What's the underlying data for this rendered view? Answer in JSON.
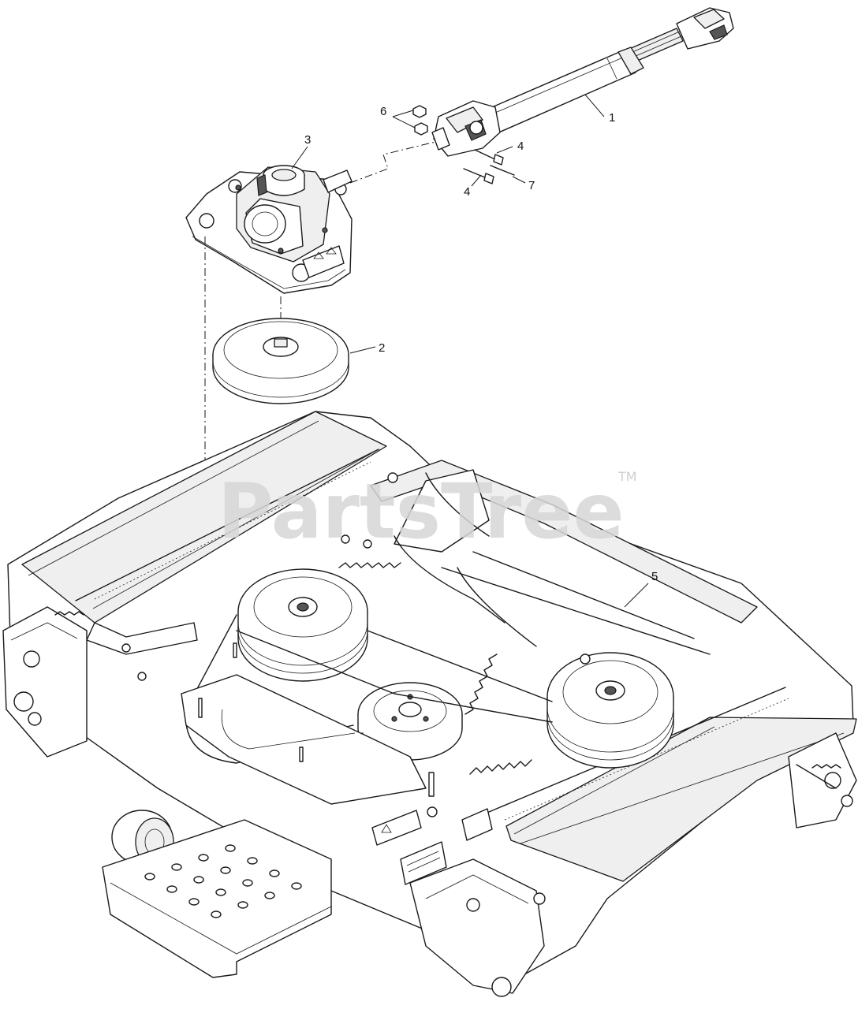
{
  "watermark": {
    "brand": "PartsTree",
    "trademark": "TM"
  },
  "callouts": {
    "c1": "1",
    "c2": "2",
    "c3": "3",
    "c4a": "4",
    "c4b": "4",
    "c5": "5",
    "c6": "6",
    "c7": "7"
  }
}
